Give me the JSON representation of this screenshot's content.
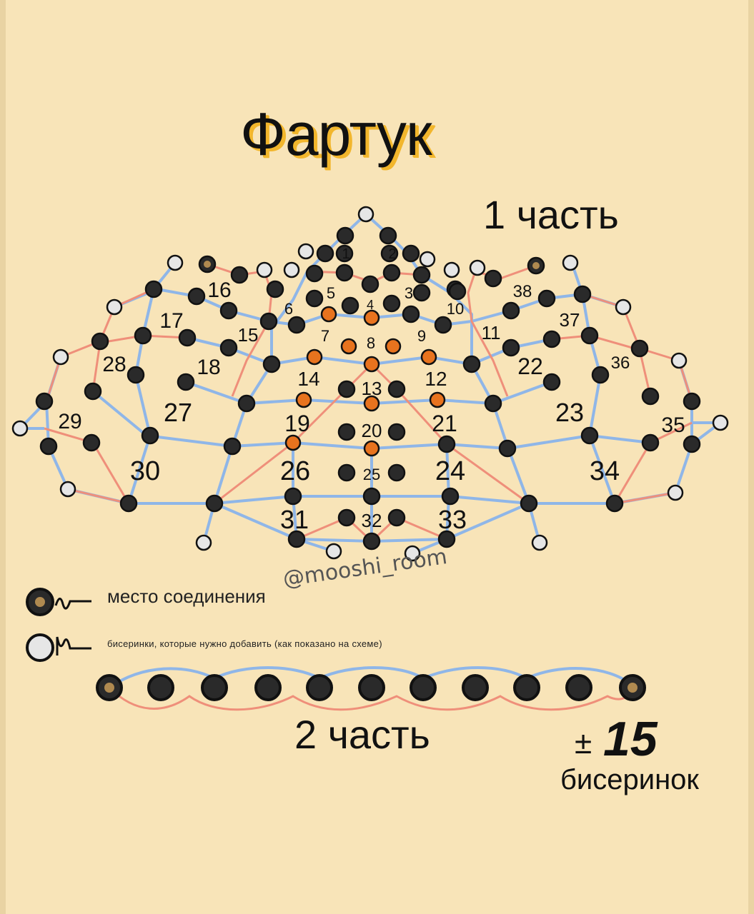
{
  "title": "Фартук",
  "part1_label": "1 часть",
  "part2_label": "2 часть",
  "watermark": "@mooshi_room",
  "legend": {
    "join": "место соединения",
    "add": "бисеринки, которые нужно добавить (как показано на схеме)"
  },
  "bead_count": {
    "prefix": "±",
    "value": "15",
    "unit": "бисеринок"
  },
  "cell_numbers": [
    "1",
    "2",
    "3",
    "4",
    "5",
    "6",
    "7",
    "8",
    "9",
    "10",
    "11",
    "12",
    "13",
    "14",
    "15",
    "16",
    "17",
    "18",
    "19",
    "20",
    "21",
    "22",
    "23",
    "24",
    "25",
    "26",
    "27",
    "28",
    "29",
    "30",
    "31",
    "32",
    "33",
    "34",
    "35",
    "36",
    "37",
    "38"
  ],
  "colors": {
    "background": "#f8e4b8",
    "bead_dark": "#2a2a2a",
    "bead_orange": "#e8731e",
    "bead_white": "#e6e6e6",
    "thread_blue": "#8fb6e8",
    "thread_red": "#ef8f7a",
    "title_shadow": "#f2b62c"
  }
}
